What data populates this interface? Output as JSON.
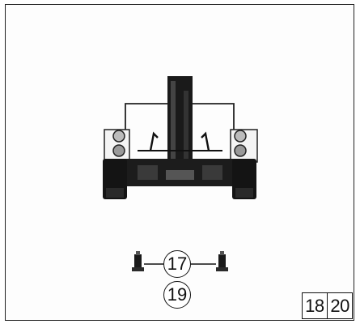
{
  "callouts": {
    "c17": "17",
    "c19": "19"
  },
  "page_ref": {
    "left": "18",
    "right": "20"
  },
  "colors": {
    "ink": "#111111",
    "paper": "#ffffff"
  }
}
